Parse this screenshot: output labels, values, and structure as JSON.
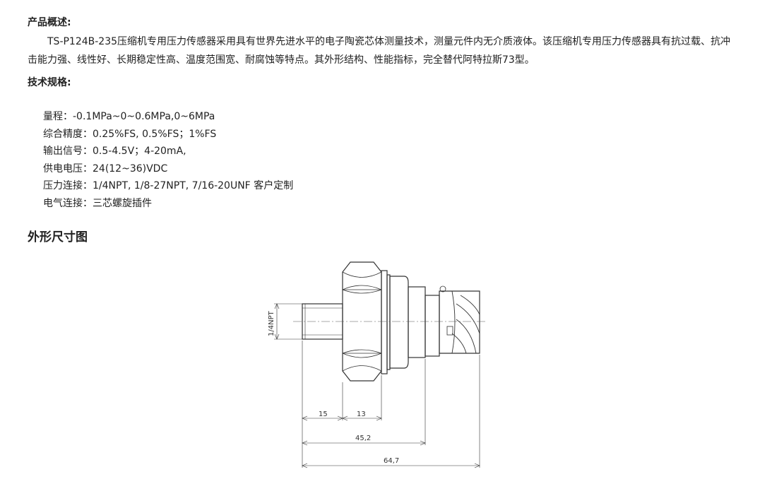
{
  "overview": {
    "heading": "产品概述:",
    "text": "TS-P124B-235压缩机专用压力传感器采用具有世界先进水平的电子陶瓷芯体测量技术，测量元件内无介质液体。该压缩机专用压力传感器具有抗过载、抗冲击能力强、线性好、长期稳定性高、温度范围宽、耐腐蚀等特点。其外形结构、性能指标，完全替代阿特拉斯73型。"
  },
  "specs": {
    "heading": "技术规格:",
    "items": [
      "量程：-0.1MPa~0~0.6MPa,0~6MPa",
      "综合精度：0.25%FS, 0.5%FS；1%FS",
      "输出信号：0.5-4.5V；4-20mA,",
      "供电电压：24(12~36)VDC",
      "压力连接：1/4NPT, 1/8-27NPT, 7/16-20UNF 客户定制",
      "电气连接：三芯螺旋插件"
    ]
  },
  "drawing": {
    "heading": "外形尺寸图",
    "thread_label": "1/4NPT",
    "dim_15": "15",
    "dim_13": "13",
    "dim_45": "45,2",
    "dim_64": "64,7"
  }
}
